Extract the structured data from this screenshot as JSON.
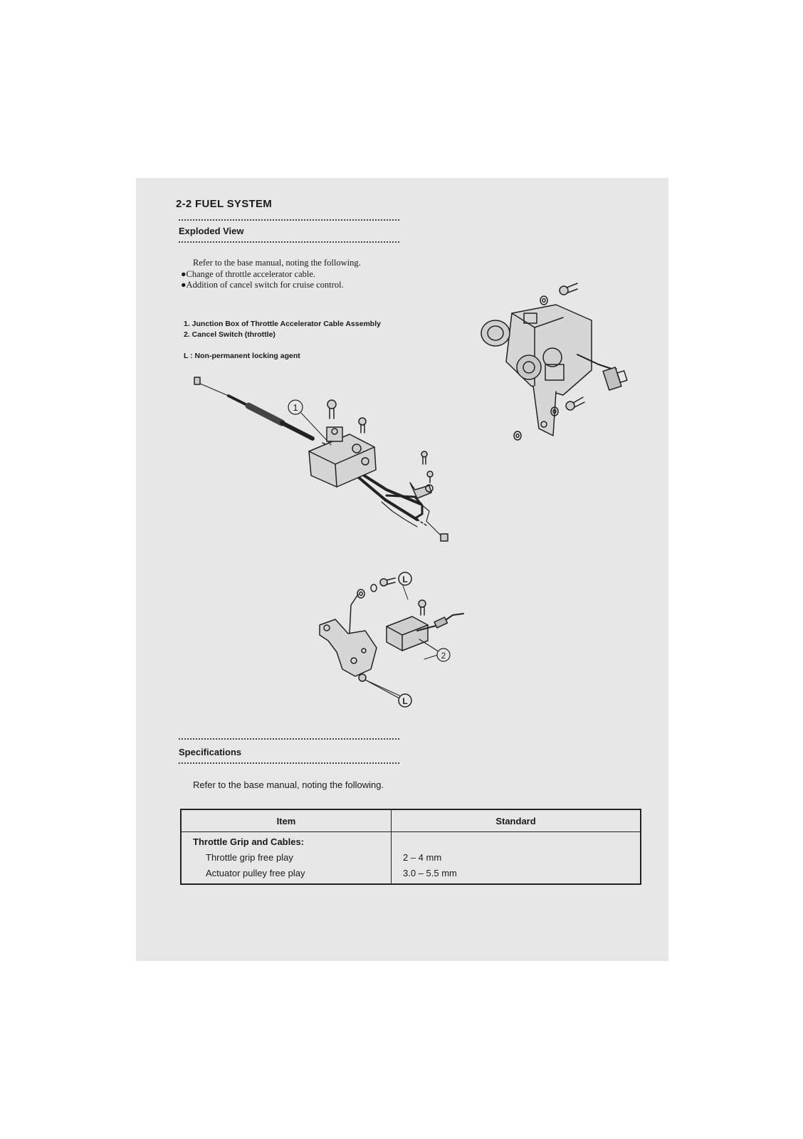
{
  "header": {
    "title": "2-2  FUEL  SYSTEM"
  },
  "exploded_view": {
    "title": "Exploded View",
    "intro": "Refer to the base manual, noting the following.",
    "bullets": [
      "●Change of throttle accelerator cable.",
      "●Addition of cancel switch for cruise control."
    ],
    "legend": [
      "1.  Junction Box of Throttle Accelerator Cable Assembly",
      "2.  Cancel Switch (throttle)"
    ],
    "locking_note": "L   : Non-permanent locking agent",
    "callouts": {
      "c1": "1",
      "c2": "2",
      "l": "L"
    }
  },
  "specifications": {
    "title": "Specifications",
    "intro": "Refer to the base manual, noting the following.",
    "table": {
      "headers": [
        "Item",
        "Standard"
      ],
      "group": "Throttle Grip and Cables:",
      "rows": [
        {
          "item": "Throttle grip free play",
          "standard": "2 – 4 mm"
        },
        {
          "item": "Actuator pulley free play",
          "standard": "3.0 – 5.5 mm"
        }
      ]
    }
  }
}
